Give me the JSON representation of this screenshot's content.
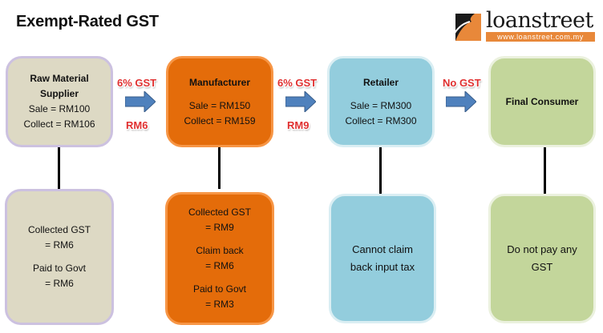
{
  "title": "Exempt-Rated GST",
  "logo": {
    "name": "loanstreet",
    "url": "www.loanstreet.com.my",
    "accent": "#e8883a"
  },
  "stages": [
    {
      "name": "Raw Material Supplier",
      "name_l1": "Raw Material",
      "name_l2": "Supplier",
      "sale": "Sale = RM100",
      "collect": "Collect  = RM106",
      "detail": [
        "Collected  GST",
        "= RM6",
        "Paid to Govt",
        "= RM6"
      ],
      "color": "#ddd9c4"
    },
    {
      "name": "Manufacturer",
      "sale": "Sale = RM150",
      "collect": "Collect  = RM159",
      "detail": [
        "Collected  GST",
        "= RM9",
        "Claim back",
        "= RM6",
        "Paid to Govt",
        "= RM3"
      ],
      "color": "#e46c0a"
    },
    {
      "name": "Retailer",
      "sale": "Sale = RM300",
      "collect": "Collect  = RM300",
      "detail": [
        "Cannot claim",
        "back input tax"
      ],
      "color": "#93cddd"
    },
    {
      "name": "Final Consumer",
      "detail": [
        "Do not pay any",
        "GST"
      ],
      "color": "#c3d69b"
    }
  ],
  "arrows": [
    {
      "top": "6% GST",
      "bottom": "RM6"
    },
    {
      "top": "6% GST",
      "bottom": "RM9"
    },
    {
      "top": "No GST",
      "bottom": ""
    }
  ],
  "colors": {
    "arrow": "#4f81bd",
    "gst_label": "#e03030"
  }
}
